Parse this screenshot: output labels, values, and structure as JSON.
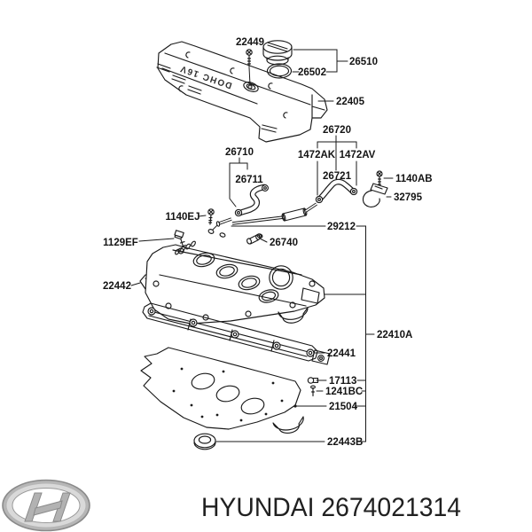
{
  "page": {
    "background": "#ffffff"
  },
  "diagram": {
    "cover_text": "DOHC 16V",
    "line_color": "#1a1a1a",
    "label_color": "#141414",
    "labels": {
      "p22449": "22449",
      "p26510": "26510",
      "p26502": "26502",
      "p22405": "22405",
      "p26720": "26720",
      "p1472AK": "1472AK",
      "p1472AV": "1472AV",
      "p26721": "26721",
      "p1140AB": "1140AB",
      "p32795": "32795",
      "p26710": "26710",
      "p26711": "26711",
      "p1140EJ": "1140EJ",
      "p29212": "29212",
      "p26740": "26740",
      "p1129EF": "1129EF",
      "p22442": "22442",
      "p22410A": "22410A",
      "p22441": "22441",
      "p17113": "17113",
      "p1241BC": "1241BC",
      "p21504": "21504",
      "p22443B": "22443B"
    }
  },
  "footer": {
    "logo": "hyundai-logo",
    "brand_text": "HYUNDAI 2674021314",
    "text_color": "#202020",
    "logo_colors": {
      "ring": "#b6b6b6",
      "edge": "#8a8a8a",
      "inner": "#ffffff",
      "h": "#b2b2b2"
    }
  }
}
